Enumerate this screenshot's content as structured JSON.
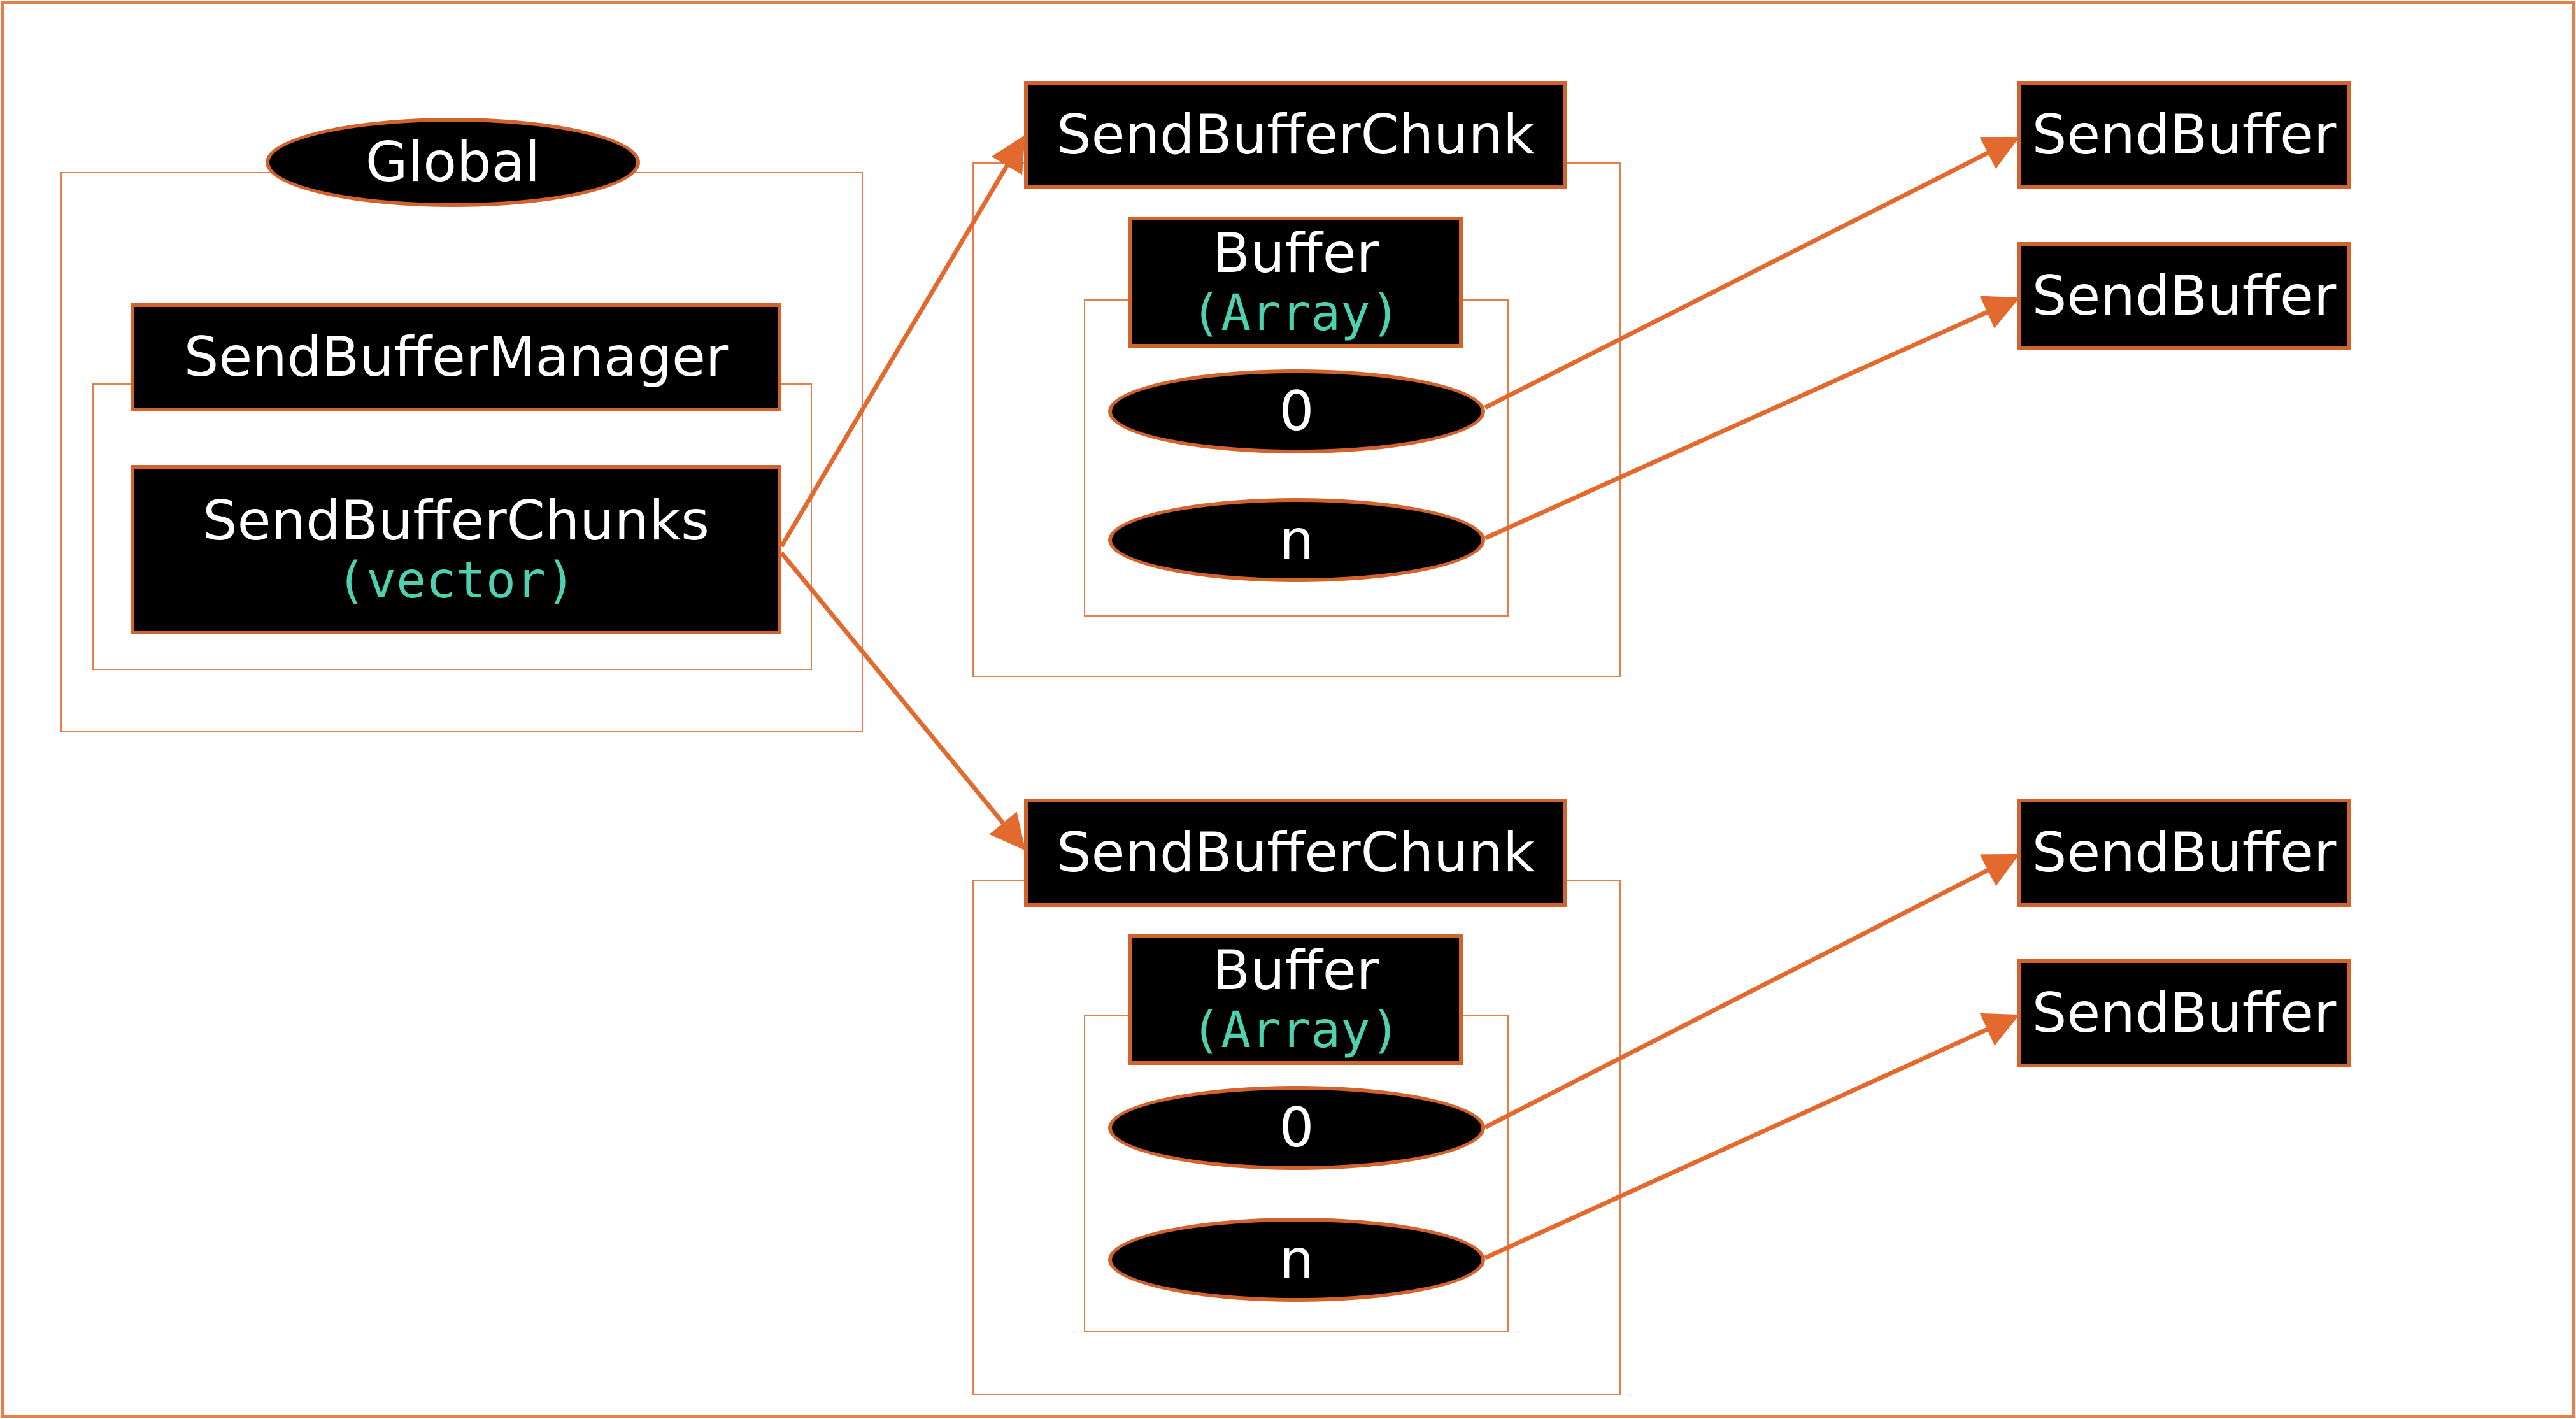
{
  "colors": {
    "accent": "#e87d4c",
    "connector": "#e36a2e",
    "node_fill": "#000000",
    "node_text": "#ffffff",
    "type_text": "#4fd1b0"
  },
  "global": {
    "label": "Global",
    "manager": "SendBufferManager",
    "chunks": "SendBufferChunks",
    "chunks_type": "(vector)"
  },
  "chunks": [
    {
      "title": "SendBufferChunk",
      "buffer": "Buffer",
      "buffer_type": "(Array)",
      "slot_first": "0",
      "slot_last": "n",
      "targets": [
        "SendBuffer",
        "SendBuffer"
      ]
    },
    {
      "title": "SendBufferChunk",
      "buffer": "Buffer",
      "buffer_type": "(Array)",
      "slot_first": "0",
      "slot_last": "n",
      "targets": [
        "SendBuffer",
        "SendBuffer"
      ]
    }
  ]
}
